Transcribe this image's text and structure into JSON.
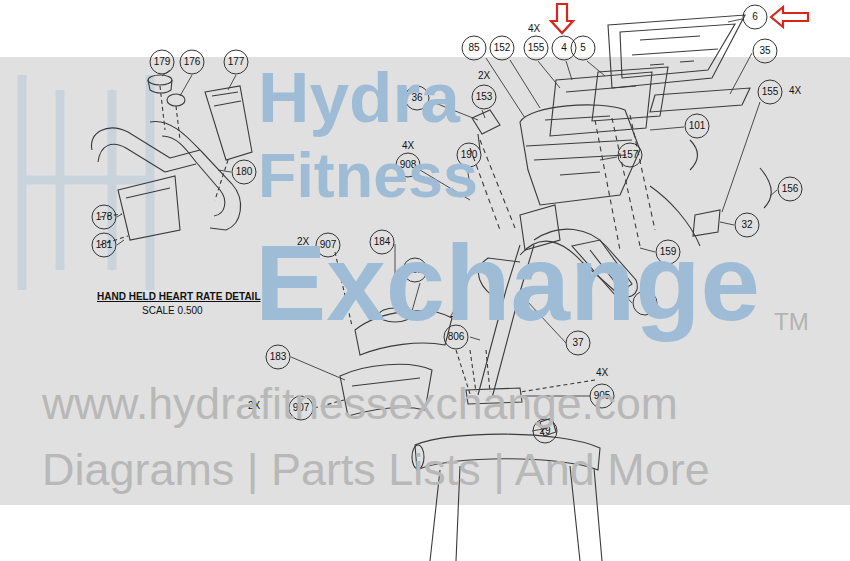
{
  "diagram": {
    "nodes": [
      {
        "text": [
          "6"
        ]
      },
      {
        "text": [
          "85"
        ]
      },
      {
        "text": [
          "152"
        ]
      },
      {
        "text": [
          "155"
        ]
      },
      {
        "text": [
          "4"
        ]
      },
      {
        "text": [
          "5"
        ]
      },
      {
        "text": [
          "35"
        ]
      },
      {
        "text": [
          "179"
        ]
      },
      {
        "text": [
          "176"
        ]
      },
      {
        "text": [
          "177"
        ]
      },
      {
        "text": [
          "155"
        ]
      },
      {
        "text": [
          "36"
        ]
      },
      {
        "text": [
          "153"
        ]
      },
      {
        "text": [
          "101"
        ]
      },
      {
        "text": [
          "190"
        ]
      },
      {
        "text": [
          "157"
        ]
      },
      {
        "text": [
          "908"
        ]
      },
      {
        "text": [
          "180"
        ]
      },
      {
        "text": [
          "156"
        ]
      },
      {
        "text": [
          "178"
        ]
      },
      {
        "text": [
          "32"
        ]
      },
      {
        "text": [
          "184"
        ]
      },
      {
        "text": [
          "907"
        ]
      },
      {
        "text": [
          "181"
        ]
      },
      {
        "text": [
          "159"
        ]
      },
      {
        "text": [
          "182"
        ]
      },
      {
        "text": [
          "7"
        ]
      },
      {
        "text": [
          "806"
        ]
      },
      {
        "text": [
          "37"
        ]
      },
      {
        "text": [
          "183"
        ]
      },
      {
        "text": [
          "905"
        ]
      },
      {
        "text": [
          "907"
        ]
      },
      {
        "text": [
          "29"
        ]
      }
    ],
    "labels": [
      "4X",
      "4X",
      "2X",
      "4X",
      "2X",
      "4X",
      "2X",
      "4X",
      "HAND HELD HEART RATE DETAIL",
      "SCALE 0.500",
      "Hydra",
      "Fitness",
      "Exchange",
      "TM",
      "www.hydrafitnessexchange.com",
      "Diagrams | Parts Lists | And More"
    ]
  }
}
